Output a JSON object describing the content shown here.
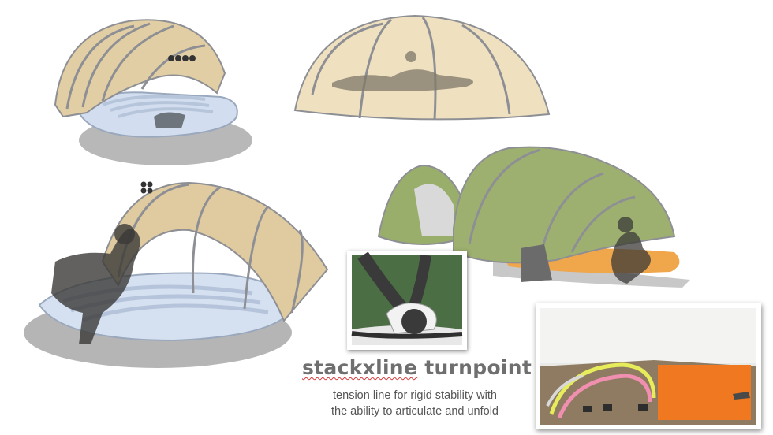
{
  "caption": {
    "title_part1": "stackxline",
    "title_part2": "turnpoint",
    "subtitle_line1": "tension line for rigid stability with",
    "subtitle_line2": "the ability to articulate and unfold"
  },
  "colors": {
    "tan_canopy": "#e3cfa5",
    "green_canopy": "#9aae6c",
    "mattress": "#c9d7ec",
    "rib": "#8d8f94",
    "orange_pad": "#f0a64a",
    "shadow": "#b3b3b3",
    "inset_bg": "#4c6e44",
    "photo_orange": "#f07820"
  }
}
